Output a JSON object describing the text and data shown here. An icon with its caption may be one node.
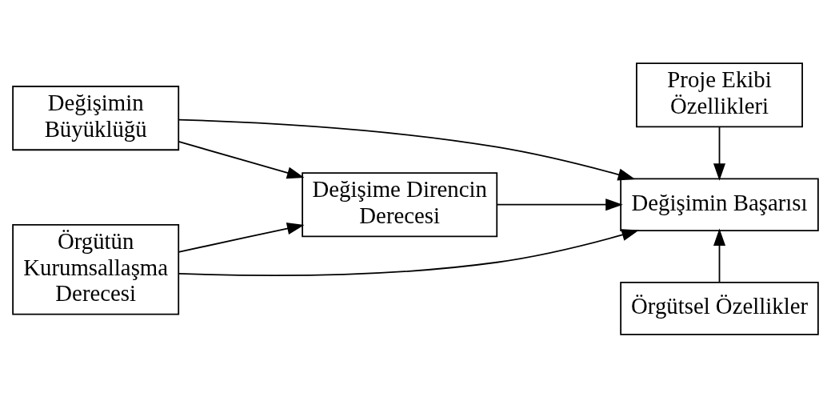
{
  "diagram": {
    "nodes": [
      {
        "text": [
          "Değişimin Büyüklüğü"
        ]
      },
      {
        "text": [
          "Örgütün Kurumsallaşma Derecesi"
        ]
      },
      {
        "text": [
          "Değişime Direncin Derecesi"
        ]
      },
      {
        "text": [
          "Proje Ekibi Özellikleri"
        ]
      },
      {
        "text": [
          "Değişimin Başarısı"
        ]
      },
      {
        "text": [
          "Örgütsel Özellikler"
        ]
      }
    ],
    "edges": [
      {
        "from": 0,
        "to": 4,
        "arrow": "to"
      },
      {
        "from": 0,
        "to": 2,
        "arrow": "to"
      },
      {
        "from": 2,
        "to": 4,
        "arrow": "to"
      },
      {
        "from": 1,
        "to": 2,
        "arrow": "to"
      },
      {
        "from": 1,
        "to": 4,
        "arrow": "to"
      },
      {
        "from": 3,
        "to": 4,
        "arrow": "to"
      },
      {
        "from": 5,
        "to": 4,
        "arrow": "to"
      }
    ]
  }
}
